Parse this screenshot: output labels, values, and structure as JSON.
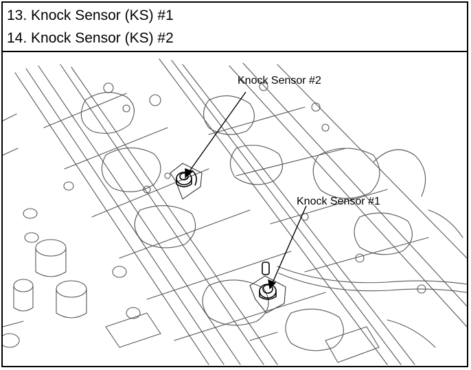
{
  "header": {
    "line1": "13. Knock Sensor (KS) #1",
    "line2": "14. Knock Sensor (KS) #2"
  },
  "figure": {
    "callouts": [
      {
        "id": "ks2",
        "label": "Knock Sensor #2"
      },
      {
        "id": "ks1",
        "label": "Knock Sensor #1"
      }
    ]
  }
}
